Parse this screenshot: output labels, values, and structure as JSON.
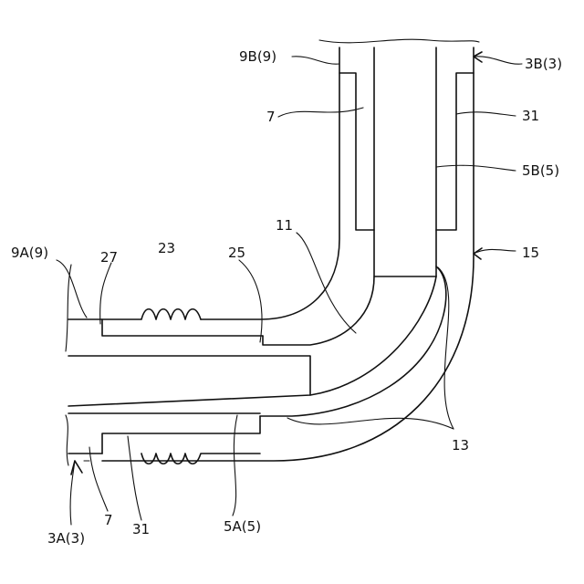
{
  "diagram": {
    "labels": {
      "9B_9": "9B(9)",
      "3B_3": "3B(3)",
      "7_top": "7",
      "31_top": "31",
      "5B_5": "5B(5)",
      "9A_9": "9A(9)",
      "27": "27",
      "23": "23",
      "25": "25",
      "11": "11",
      "15": "15",
      "13": "13",
      "3A_3": "3A(3)",
      "7_bottom": "7",
      "31_bottom": "31",
      "5A_5": "5A(5)"
    },
    "colors": {
      "line": "#111111",
      "background": "#ffffff"
    }
  }
}
